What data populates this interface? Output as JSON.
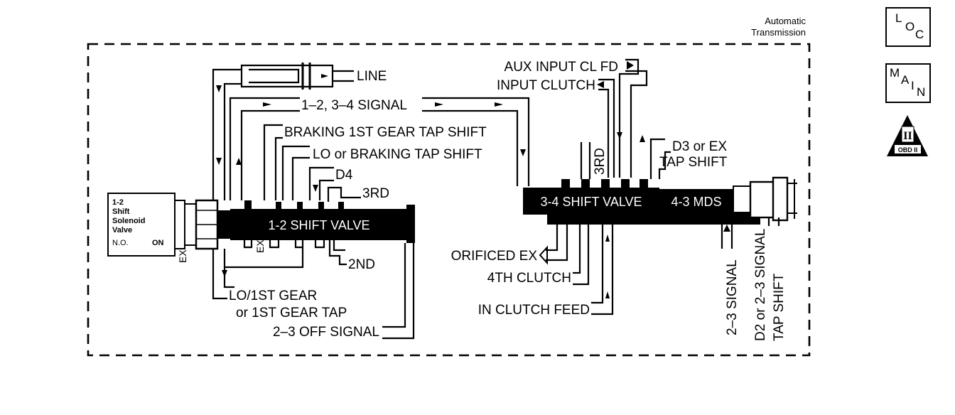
{
  "header": {
    "title_line1": "Automatic",
    "title_line2": "Transmission"
  },
  "side_icons": {
    "loc": {
      "l": "L",
      "o": "O",
      "c": "C"
    },
    "main": {
      "m": "M",
      "a": "A",
      "i": "I",
      "n": "N"
    },
    "obd": {
      "numeral": "II",
      "label": "OBD II"
    }
  },
  "solenoid": {
    "line1": "1-2",
    "line2": "Shift",
    "line3": "Solenoid",
    "line4": "Valve",
    "line5": "N.O.",
    "state": "ON",
    "ex_label": "EX"
  },
  "valves": {
    "shift_12": "1-2 SHIFT VALVE",
    "shift_34": "3-4 SHIFT VALVE",
    "mds_43": "4-3 MDS"
  },
  "labels": {
    "line": "LINE",
    "signal_12_34": "1–2, 3–4 SIGNAL",
    "braking_1st": "BRAKING 1ST GEAR TAP SHIFT",
    "lo_braking": "LO or BRAKING TAP SHIFT",
    "d4": "D4",
    "third_left": "3RD",
    "ex_left": "EX",
    "second": "2ND",
    "lo_1st_line1": "LO/1ST GEAR",
    "lo_1st_line2": "or 1ST GEAR TAP",
    "off_23": "2–3 OFF SIGNAL",
    "aux_input": "AUX INPUT CL FD",
    "input_clutch": "INPUT CLUTCH",
    "third_right": "3RD",
    "d3_line1": "D3 or EX",
    "d3_line2": "TAP SHIFT",
    "orificed_ex": "ORIFICED EX",
    "fourth_clutch": "4TH CLUTCH",
    "in_clutch_feed": "IN CLUTCH FEED",
    "signal_23": "2–3 SIGNAL",
    "d2_line1": "D2 or 2–3 SIGNAL",
    "d2_line2": "TAP SHIFT"
  }
}
